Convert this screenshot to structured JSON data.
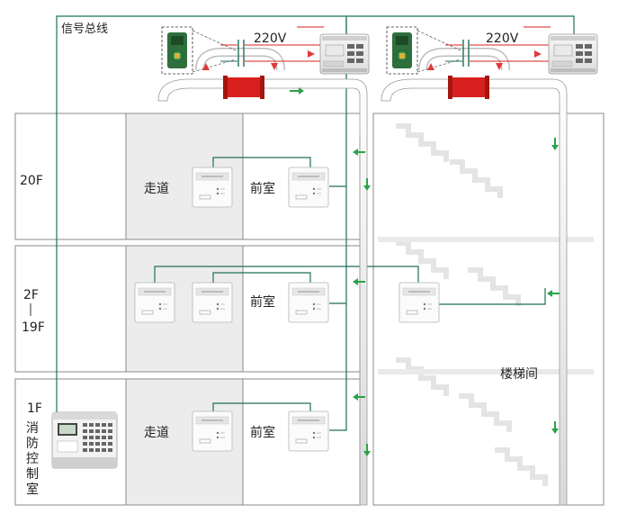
{
  "bus_label": "信号总线",
  "power_labels": [
    "220V",
    "220V"
  ],
  "floors": {
    "top": "20F",
    "middle_start": "2F",
    "middle_end": "19F",
    "bottom_level": "1F",
    "bottom_room": [
      "消",
      "防",
      "控",
      "制",
      "室"
    ]
  },
  "rooms": {
    "corridor": "走道",
    "antechamber": "前室",
    "stairwell": "楼梯间"
  },
  "colors": {
    "bus_line": "#1f6e5c",
    "flow_arrow": "#2aa34a",
    "power_arrow": "#e03a3a",
    "damper": "#d8201e",
    "corridor_fill": "#ececec",
    "wall": "#888888"
  }
}
